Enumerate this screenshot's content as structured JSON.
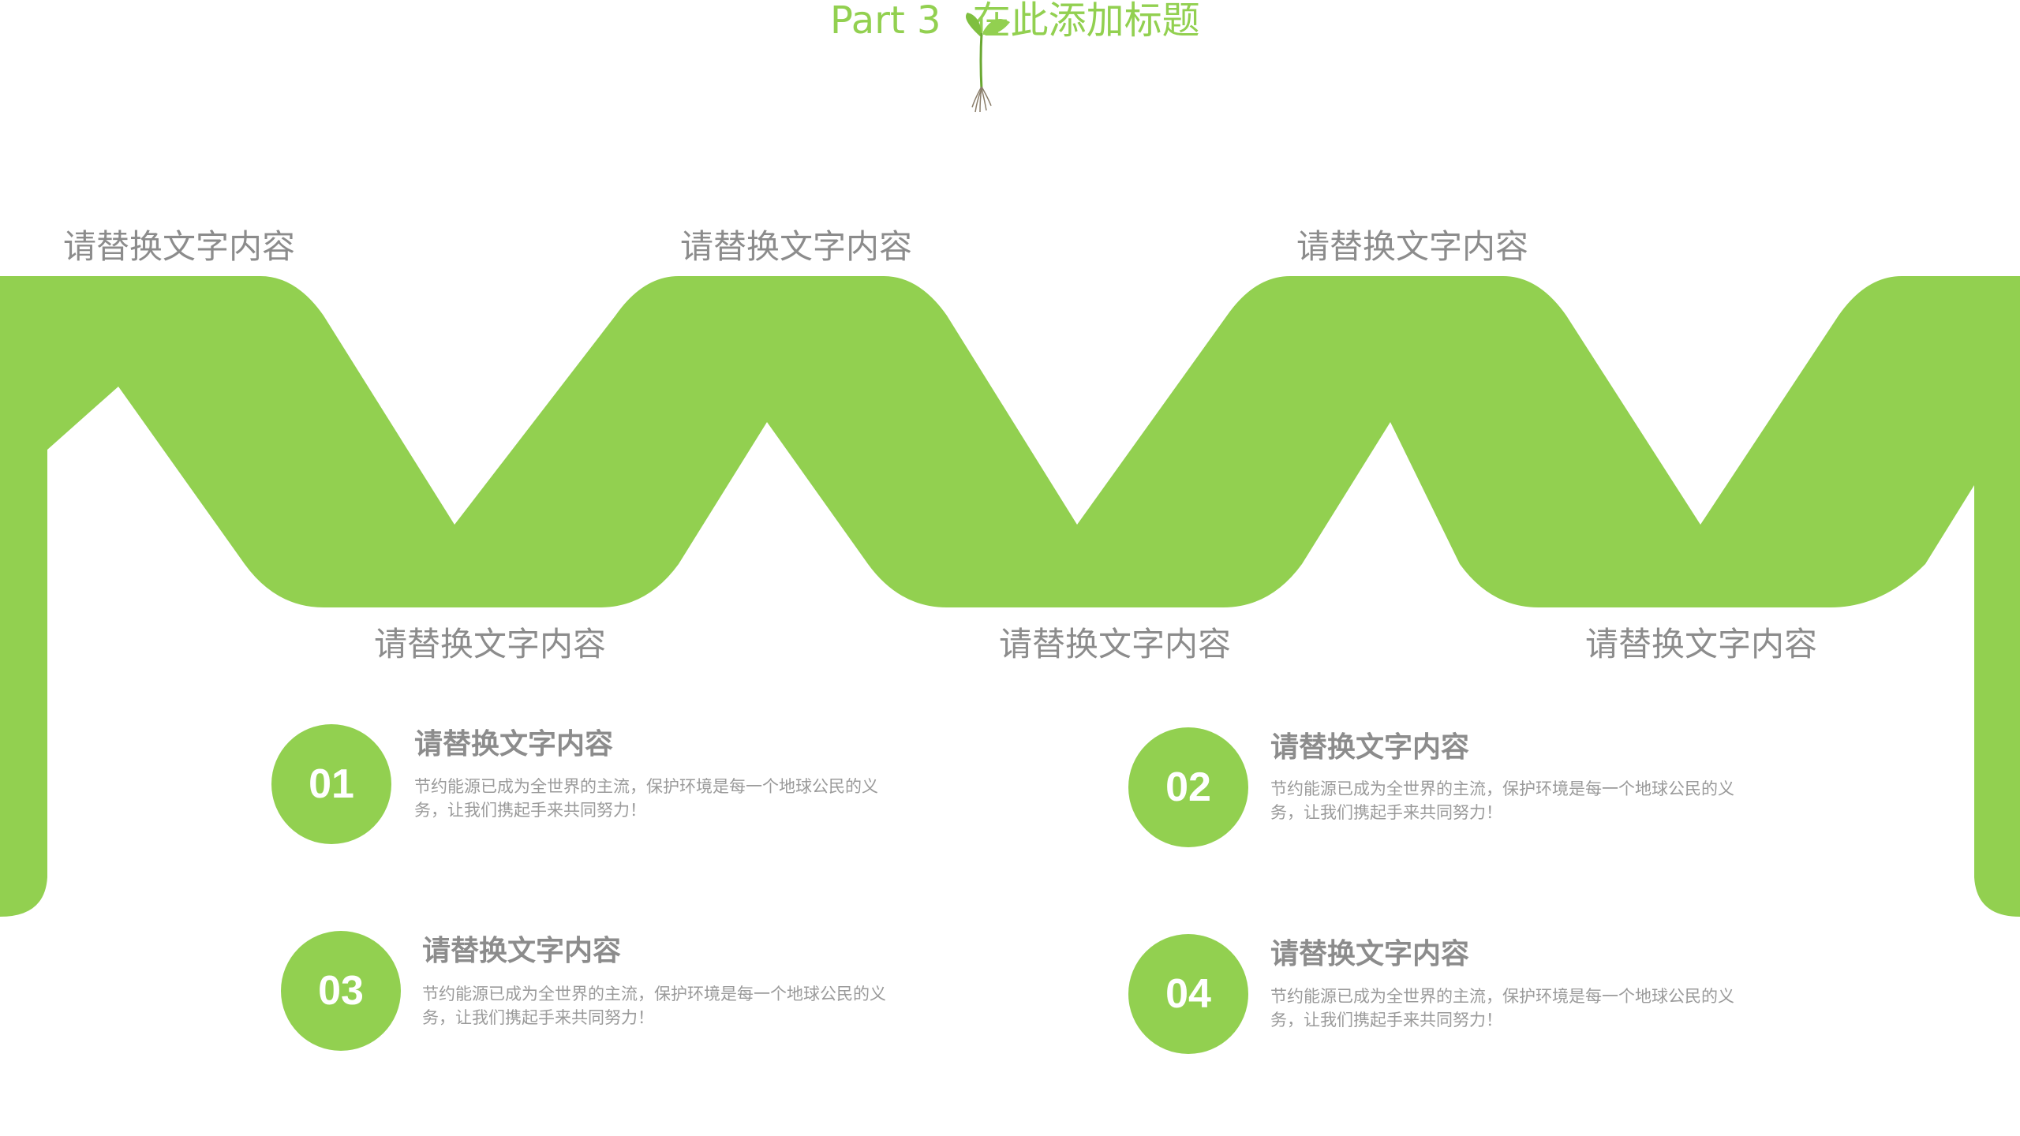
{
  "header": {
    "part": "Part 3",
    "title": "在此添加标题"
  },
  "icons": {
    "sprout": "sprout-icon"
  },
  "colors": {
    "accent": "#92d050",
    "text": "#8c8c8c",
    "desc": "#9a9a9a"
  },
  "wave_labels": {
    "top": [
      "请替换文字内容",
      "请替换文字内容",
      "请替换文字内容"
    ],
    "bottom": [
      "请替换文字内容",
      "请替换文字内容",
      "请替换文字内容"
    ]
  },
  "items": [
    {
      "number": "01",
      "title": "请替换文字内容",
      "desc": "节约能源已成为全世界的主流，保护环境是每一个地球公民的义务，让我们携起手来共同努力！"
    },
    {
      "number": "02",
      "title": "请替换文字内容",
      "desc": "节约能源已成为全世界的主流，保护环境是每一个地球公民的义务，让我们携起手来共同努力！"
    },
    {
      "number": "03",
      "title": "请替换文字内容",
      "desc": "节约能源已成为全世界的主流，保护环境是每一个地球公民的义务，让我们携起手来共同努力！"
    },
    {
      "number": "04",
      "title": "请替换文字内容",
      "desc": "节约能源已成为全世界的主流，保护环境是每一个地球公民的义务，让我们携起手来共同努力！"
    }
  ]
}
